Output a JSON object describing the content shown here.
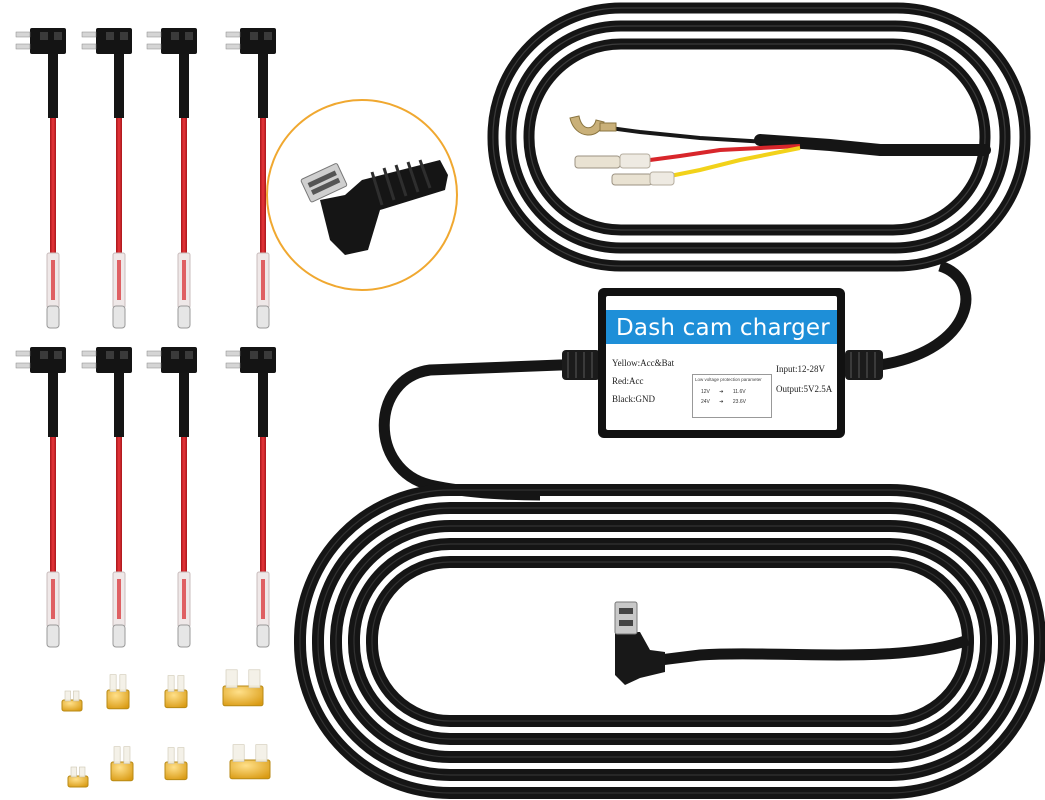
{
  "product": {
    "module_title": "Dash cam charger",
    "wire_legend": {
      "yellow": "Yellow:Acc&Bat",
      "red": "Red:Acc",
      "black": "Black:GND"
    },
    "specs": {
      "input": "Input:12-28V",
      "output": "Output:5V2.5A"
    },
    "low_voltage_protection": {
      "title": "Low voltage protection parameter",
      "rows": [
        {
          "system": "12V",
          "cutoff": "11.6V"
        },
        {
          "system": "24V",
          "cutoff": "23.6V"
        }
      ]
    }
  },
  "colors": {
    "label_band": "#1e8fd8",
    "cable": "#151515",
    "fuse_wire": "#d8262b",
    "yellow_wire": "#f2d21a",
    "fuse_amber": "#e8b426",
    "zoom_ring": "#f0a830"
  },
  "items": {
    "fuse_taps": 8,
    "mini_fuses": 8
  }
}
